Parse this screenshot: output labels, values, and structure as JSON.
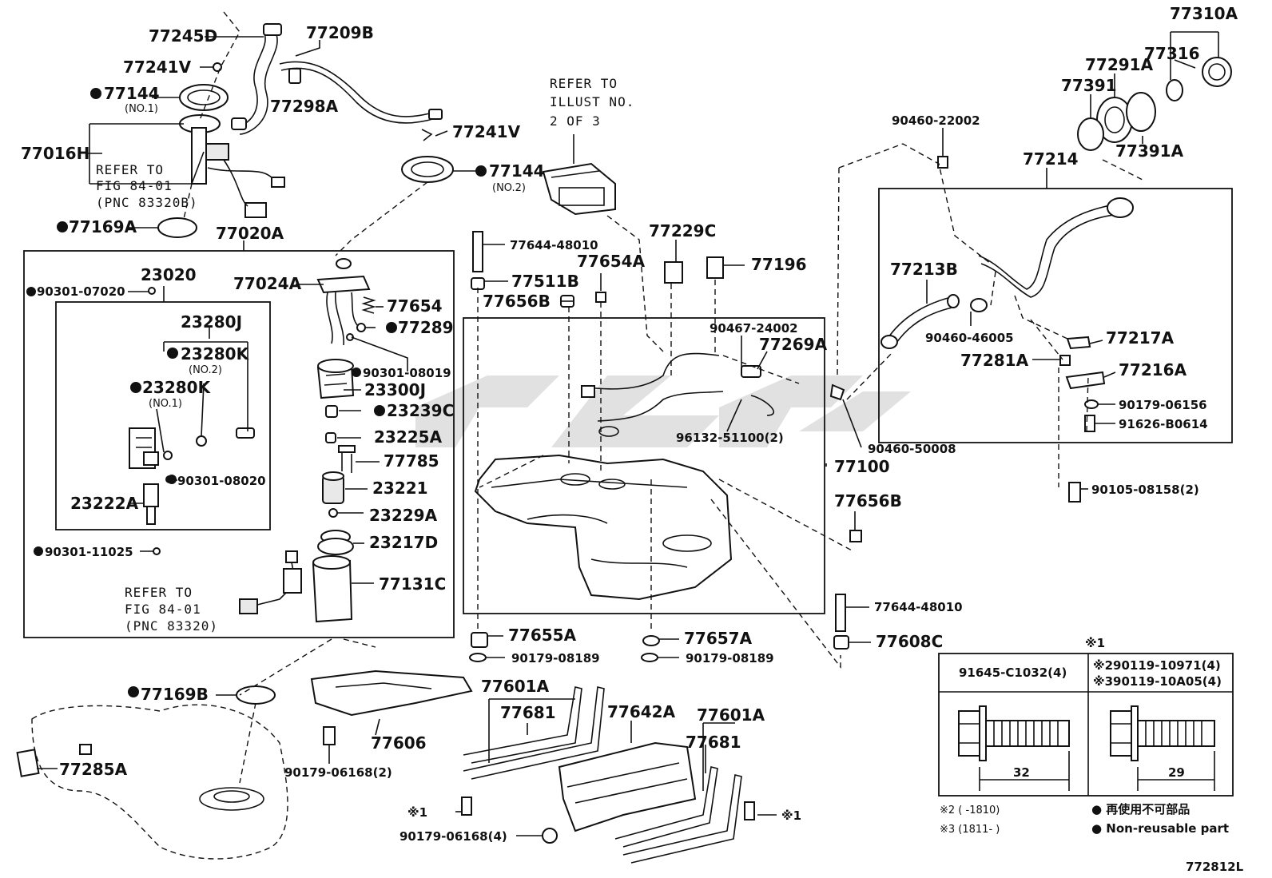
{
  "diagram_code": "772812L",
  "labels": {
    "p77245D": "77245D",
    "p77209B": "77209B",
    "p77241V_a": "77241V",
    "p77144_a": "77144",
    "p77144_a_note": "(NO.1)",
    "p77298A": "77298A",
    "p77016H": "77016H",
    "refer_a_1": "REFER TO",
    "refer_a_2": "FIG 84-01",
    "refer_a_3": "(PNC 83320B)",
    "p77241V_b": "77241V",
    "p77144_b": "77144",
    "p77144_b_note": "(NO.2)",
    "refer_b_1": "REFER TO",
    "refer_b_2": "ILLUST NO.",
    "refer_b_3": "2 OF 3",
    "p77169A": "77169A",
    "p77020A": "77020A",
    "p23020": "23020",
    "p90301_07020": "90301-07020",
    "p77024A": "77024A",
    "p77654": "77654",
    "p77289": "77289",
    "p23280J": "23280J",
    "p23280K_2": "23280K",
    "p23280K_2_note": "(NO.2)",
    "p23280K_1": "23280K",
    "p23280K_1_note": "(NO.1)",
    "p90301_08019": "90301-08019",
    "p23300J": "23300J",
    "p23239C": "23239C",
    "p23225A": "23225A",
    "p77785": "77785",
    "p23221": "23221",
    "p90301_08020": "90301-08020",
    "p23222A": "23222A",
    "p23229A": "23229A",
    "p23217D": "23217D",
    "p90301_11025": "90301-11025",
    "p77131C": "77131C",
    "refer_c_1": "REFER TO",
    "refer_c_2": "FIG 84-01",
    "refer_c_3": "(PNC 83320)",
    "p77644_48010_a": "77644-48010",
    "p77511B": "77511B",
    "p77654A": "77654A",
    "p77656B_a": "77656B",
    "p77229C": "77229C",
    "p77196": "77196",
    "p90467_24002": "90467-24002",
    "p77269A": "77269A",
    "p96132_51100": "96132-51100(2)",
    "p90460_50008": "90460-50008",
    "p77100": "77100",
    "p77656B_b": "77656B",
    "p77644_48010_b": "77644-48010",
    "p77608C": "77608C",
    "p77655A": "77655A",
    "p90179_08189_a": "90179-08189",
    "p77657A": "77657A",
    "p90179_08189_b": "90179-08189",
    "p77310A": "77310A",
    "p77316": "77316",
    "p77291A": "77291A",
    "p77391": "77391",
    "p77391A": "77391A",
    "p90460_22002": "90460-22002",
    "p77214": "77214",
    "p77213B": "77213B",
    "p90460_46005": "90460-46005",
    "p77217A": "77217A",
    "p77281A": "77281A",
    "p77216A": "77216A",
    "p90179_06156": "90179-06156",
    "p91626_B0614": "91626-B0614",
    "p90105_08158": "90105-08158(2)",
    "p77169B": "77169B",
    "p77285A": "77285A",
    "p77606": "77606",
    "p90179_06168_2": "90179-06168(2)",
    "p77601A_a": "77601A",
    "p77681_a": "77681",
    "p77642A": "77642A",
    "p77601A_b": "77601A",
    "p77681_b": "77681",
    "p90179_06168_4": "90179-06168(4)",
    "mark1_a": "※1",
    "mark1_b": "※1",
    "mark1_c": "※1"
  },
  "table": {
    "header_mark": "※1",
    "col1_header": "91645-C1032(4)",
    "col2_header_1": "※290119-10971(4)",
    "col2_header_2": "※390119-10A05(4)",
    "col1_dim": "32",
    "col2_dim": "29"
  },
  "footnotes": {
    "note2": "※2 (      -1810)",
    "note3": "※3 (1811-      )",
    "legend_jp": "● 再使用不可部品",
    "legend_en": "● Non-reusable part"
  },
  "non_reusable_marker": "●"
}
